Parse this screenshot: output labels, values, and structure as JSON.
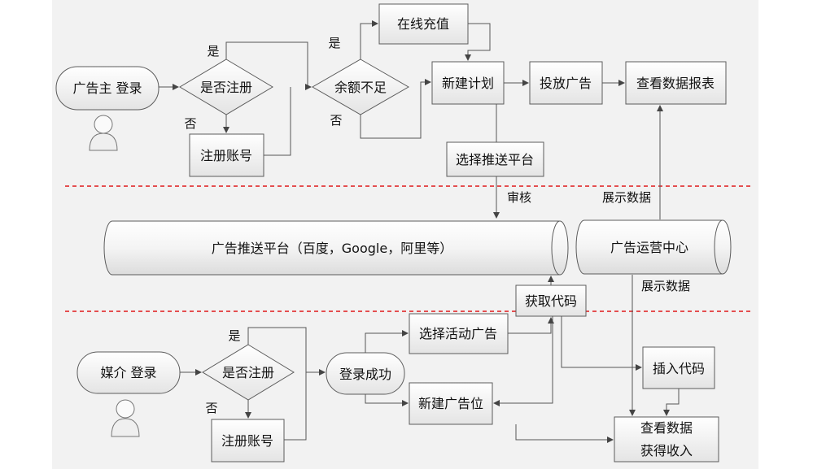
{
  "advertiser": {
    "start": "广告主 登录",
    "registered_question": "是否注册",
    "yes": "是",
    "no": "否",
    "register": "注册账号",
    "balance_question": "余额不足",
    "balance_yes": "是",
    "balance_no": "否",
    "recharge": "在线充值",
    "new_plan": "新建计划",
    "serve_ads": "投放广告",
    "view_report": "查看数据报表",
    "choose_platform": "选择推送平台",
    "review": "审核",
    "show_data": "展示数据"
  },
  "platforms": {
    "push_platform": "广告推送平台（百度，Google，阿里等）",
    "ops_center": "广告运营中心",
    "show_data": "展示数据",
    "get_code": "获取代码"
  },
  "media": {
    "start": "媒介 登录",
    "registered_question": "是否注册",
    "yes": "是",
    "no": "否",
    "register": "注册账号",
    "login_success": "登录成功",
    "choose_ads": "选择活动广告",
    "new_slot": "新建广告位",
    "insert_code": "插入代码",
    "view_data_line1": "查看数据",
    "view_data_line2": "获得收入"
  },
  "colors": {
    "separator": "#e0191b",
    "box_border": "#5c5c5c",
    "background_strip": "#f2f2f2"
  }
}
